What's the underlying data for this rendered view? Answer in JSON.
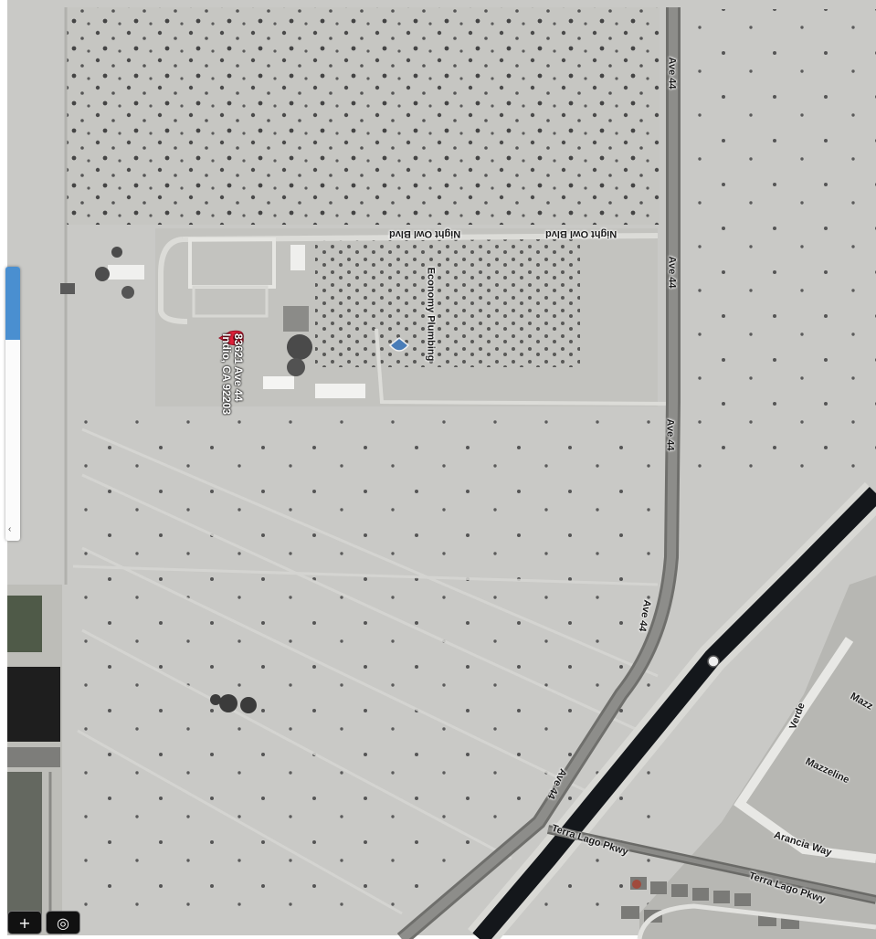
{
  "roads": {
    "ave44": "Ave 44",
    "night_owl": "Night Owl Blvd",
    "terra_lago": "Terra Lago Pkwy",
    "arancia": "Arancia Way",
    "mazzeline": "Mazzeline",
    "verde": "Verde",
    "mazz_edge": "Mazz"
  },
  "poi": {
    "name": "Economy Plumbing"
  },
  "pin": {
    "address_line1": "83621 Ave 44",
    "address_line2": "Indio, CA 92203",
    "color": "#e0213a"
  },
  "controls": {
    "zoom_in": "+",
    "locate": "◎"
  },
  "side_panel": {
    "chevron": "‹"
  }
}
